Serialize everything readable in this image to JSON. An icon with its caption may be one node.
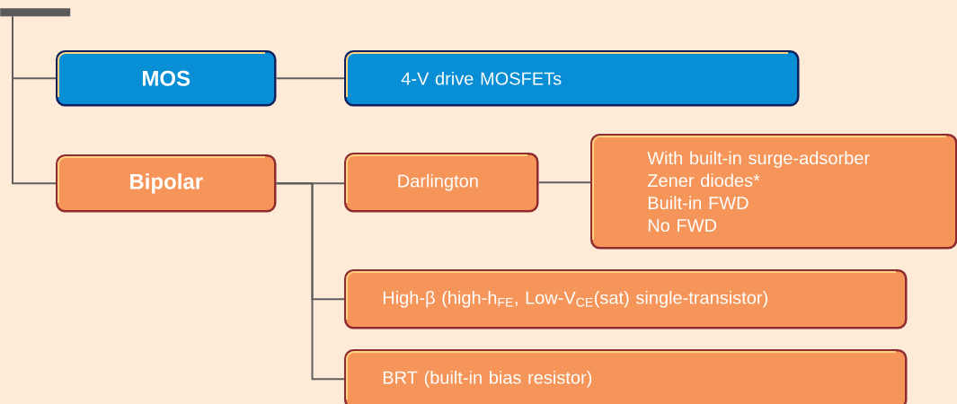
{
  "diagram": {
    "nodes": [
      {
        "text": [],
        "shape": "bar"
      },
      {
        "text": [
          "MOS"
        ]
      },
      {
        "text": [
          "4-V drive MOSFETs"
        ]
      },
      {
        "text": [
          "Bipolar"
        ]
      },
      {
        "text": [
          "Darlington"
        ]
      },
      {
        "text": [
          "With built-in surge-adsorber",
          "Zener diodes*",
          "Built-in FWD",
          "No  FWD"
        ]
      },
      {
        "text": [
          "High-β (high-h$_{FE}$, Low-V$_{CE}$(sat) single-transistor)"
        ]
      },
      {
        "text": [
          "BRT (built-in bias resistor)"
        ]
      }
    ],
    "edges": [
      {
        "from": 0,
        "to": 1,
        "arrow": "none"
      },
      {
        "from": 0,
        "to": 3,
        "arrow": "none"
      },
      {
        "from": 1,
        "to": 2,
        "arrow": "none"
      },
      {
        "from": 3,
        "to": 4,
        "arrow": "none"
      },
      {
        "from": 4,
        "to": 5,
        "arrow": "none"
      },
      {
        "from": 3,
        "to": 6,
        "arrow": "none"
      },
      {
        "from": 3,
        "to": 7,
        "arrow": "none"
      }
    ]
  }
}
